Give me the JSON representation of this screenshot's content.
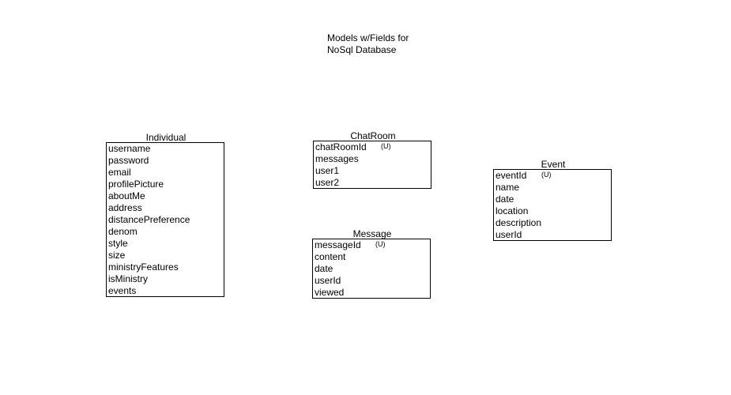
{
  "title": {
    "line1": "Models w/Fields for",
    "line2": "NoSql Database"
  },
  "models": {
    "individual": {
      "name": "Individual",
      "fields": [
        "username",
        "password",
        "email",
        "profilePicture",
        "aboutMe",
        "address",
        "distancePreference",
        "denom",
        "style",
        "size",
        "ministryFeatures",
        "isMinistry",
        "events"
      ]
    },
    "chatroom": {
      "name": "ChatRoom",
      "fields": [
        "chatRoomId",
        "messages",
        "user1",
        "user2"
      ],
      "unique_marker": "(U)"
    },
    "message": {
      "name": "Message",
      "fields": [
        "messageId",
        "content",
        "date",
        "userId",
        "viewed"
      ],
      "unique_marker": "(U)"
    },
    "event": {
      "name": "Event",
      "fields": [
        "eventId",
        "name",
        "date",
        "location",
        "description",
        "userId"
      ],
      "unique_marker": "(U)"
    }
  }
}
